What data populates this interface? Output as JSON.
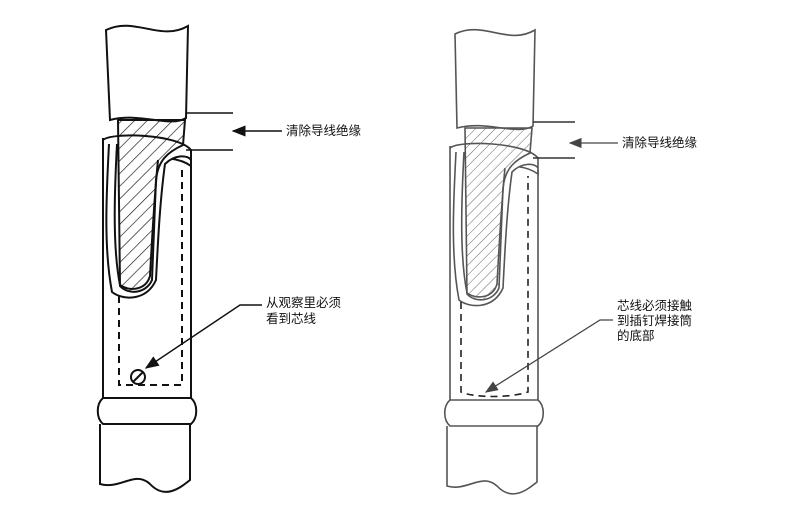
{
  "left_figure": {
    "insulation_label": "清除导线绝缘",
    "inspection_label_line1": "从观察里必须",
    "inspection_label_line2": "看到芯线"
  },
  "right_figure": {
    "insulation_label": "清除导线绝缘",
    "contact_label_line1": "芯线必须接触",
    "contact_label_line2": "到插钉焊接筒",
    "contact_label_line3": "的底部"
  },
  "colors": {
    "left_stroke": "#111111",
    "right_stroke": "#555555",
    "background": "#ffffff"
  }
}
